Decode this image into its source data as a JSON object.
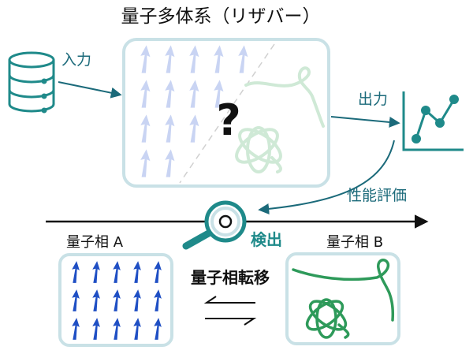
{
  "title": "量子多体系（リザバー）",
  "input_label": "入力",
  "output_label": "出力",
  "unknown_mark": "?",
  "evaluation_label": "性能評価",
  "detection_label": "検出",
  "phase_a_label": "量子相 A",
  "phase_b_label": "量子相 B",
  "transition_label": "量子相転移",
  "colors": {
    "teal": "#1f8a8a",
    "dark_teal": "#1b6a7a",
    "box_border": "#c9e1e6",
    "arrow_blue": "#1f4fc4",
    "faded_arrow": "#c9d4f3",
    "knot_green": "#2e9a5a",
    "faded_green": "#cfe9d6",
    "black": "#111111"
  },
  "icons": [
    "database-icon",
    "line-chart-icon",
    "magnifier-icon",
    "knot-icon",
    "spin-arrow-icon"
  ]
}
